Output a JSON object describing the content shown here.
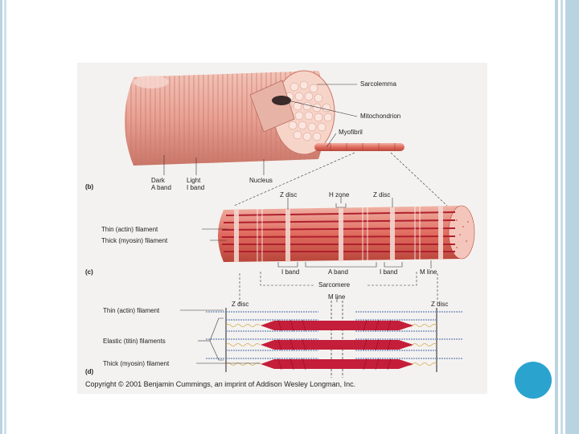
{
  "figure": {
    "panel_b": {
      "tag": "(b)",
      "sarcolemma": "Sarcolemma",
      "mitochondrion": "Mitochondrion",
      "myofibril": "Myofibril",
      "dark_a_band_1": "Dark",
      "dark_a_band_2": "A band",
      "light_i_band_1": "Light",
      "light_i_band_2": "I band",
      "nucleus": "Nucleus"
    },
    "panel_c": {
      "tag": "(c)",
      "z_disc_left": "Z disc",
      "h_zone": "H zone",
      "z_disc_right": "Z disc",
      "thin_filament": "Thin (actin) filament",
      "thick_filament": "Thick (myosin) filament",
      "i_band_left": "I band",
      "a_band": "A band",
      "i_band_right": "I band",
      "m_line": "M line",
      "sarcomere": "Sarcomere"
    },
    "panel_d": {
      "tag": "(d)",
      "m_line": "M line",
      "z_disc_left": "Z disc",
      "z_disc_right": "Z disc",
      "thin_filament": "Thin (actin) filament",
      "elastic_filaments": "Elastic (titin) filaments",
      "thick_filament": "Thick (myosin) filament"
    },
    "copyright": "Copyright © 2001 Benjamin Cummings, an imprint of Addison Wesley Longman, Inc."
  },
  "colors": {
    "slide_circle": "#2aa3cf",
    "frame_accent": "#b9d3e1",
    "muscle_pink": "#e89a8e",
    "myosin_red": "#c41e3a"
  }
}
